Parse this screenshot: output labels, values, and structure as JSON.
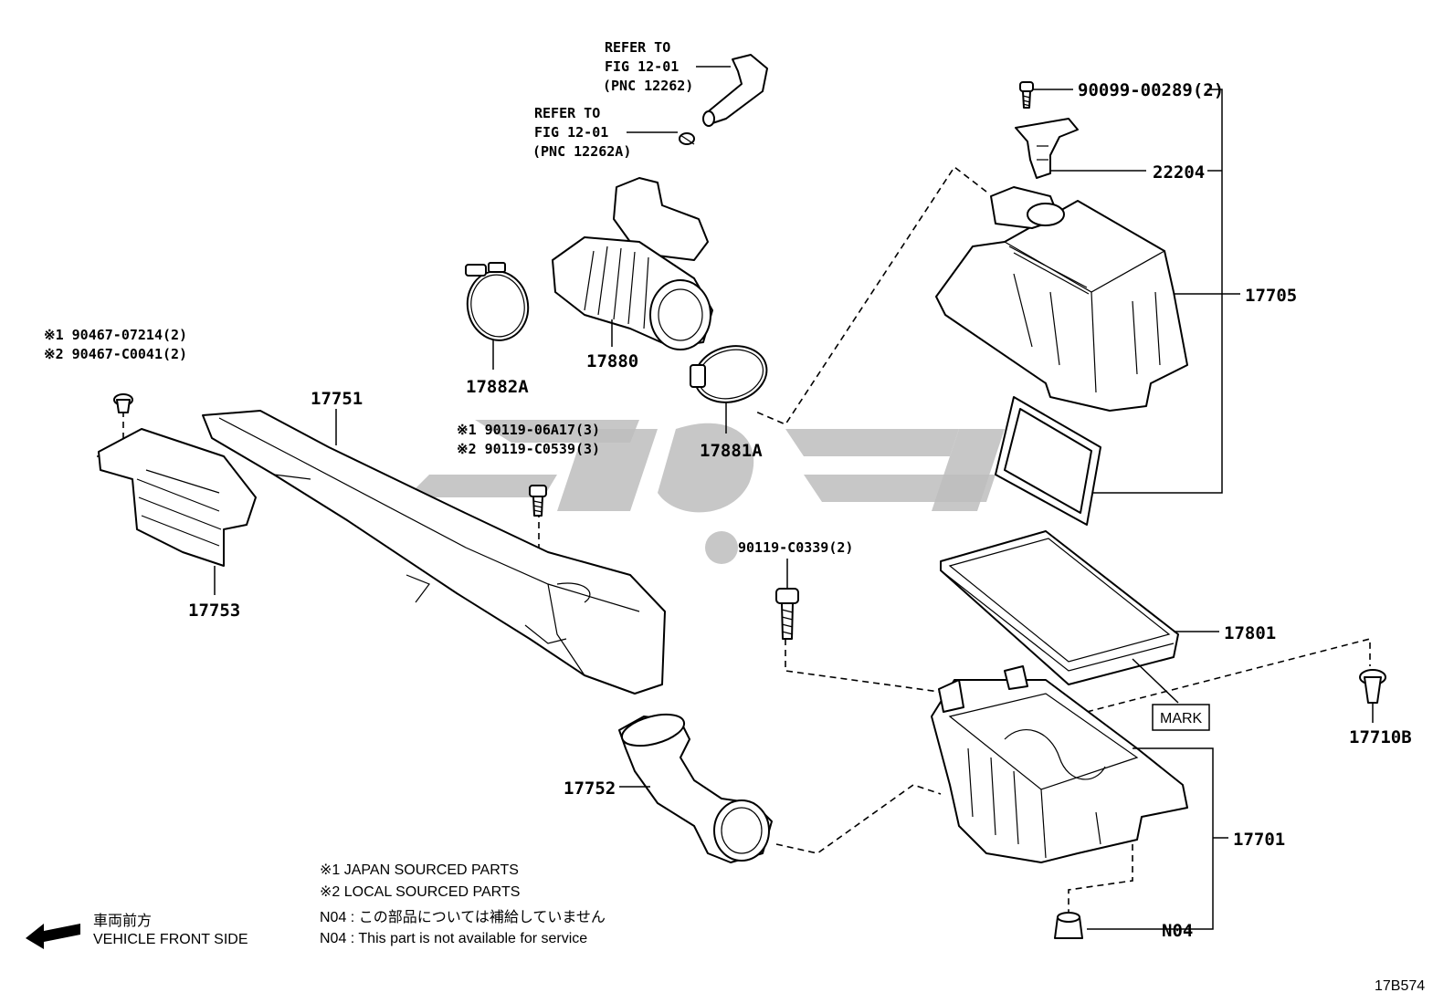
{
  "diagram_id": "17B574",
  "refer_upper": {
    "line1": "REFER TO",
    "line2": "FIG 12-01",
    "line3": "(PNC 12262)"
  },
  "refer_lower": {
    "line1": "REFER TO",
    "line2": "FIG 12-01",
    "line3": "(PNC 12262A)"
  },
  "labels": {
    "p90099": "90099-00289(2)",
    "p22204": "22204",
    "p17705": "17705",
    "p17880": "17880",
    "p17882A": "17882A",
    "p17881A": "17881A",
    "p17751": "17751",
    "p17753": "17753",
    "p17801": "17801",
    "p17752": "17752",
    "p17701": "17701",
    "pN04": "N04",
    "p17710B": "17710B",
    "p90119c0339": "90119-C0339(2)",
    "mark": "MARK"
  },
  "clip_parts": {
    "line1": "※1 90467-07214(2)",
    "line2": "※2 90467-C0041(2)"
  },
  "bolt_parts": {
    "line1": "※1 90119-06A17(3)",
    "line2": "※2 90119-C0539(3)"
  },
  "legend": {
    "japan": "※1 JAPAN SOURCED PARTS",
    "local": "※2 LOCAL SOURCED PARTS",
    "n04_jp": "N04 : この部品については補給していません",
    "n04_en": "N04 : This part is not available for service"
  },
  "front": {
    "jp": "車両前方",
    "en": "VEHICLE FRONT SIDE"
  }
}
